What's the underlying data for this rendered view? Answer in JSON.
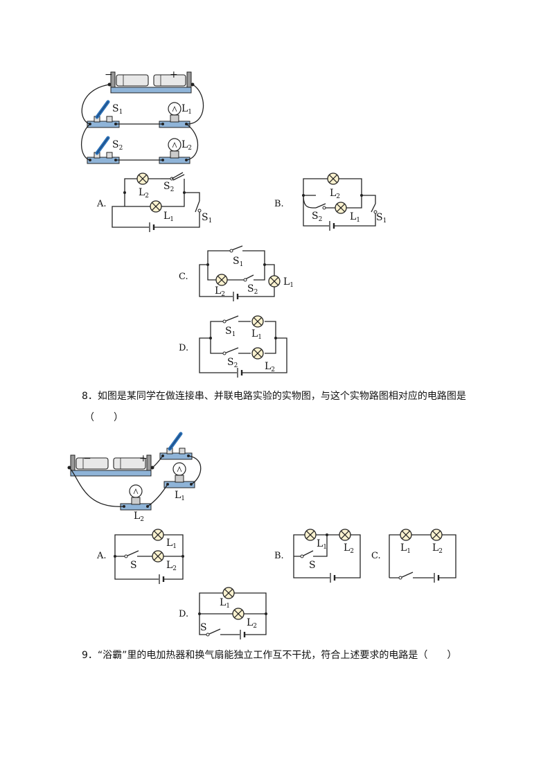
{
  "q7_photo": {
    "minus": "−",
    "plus": "+",
    "s1": "S",
    "s1_sub": "1",
    "l1": "L",
    "l1_sub": "1",
    "s2": "S",
    "s2_sub": "2",
    "l2": "L",
    "l2_sub": "2"
  },
  "q7_options": [
    {
      "letter": "A."
    },
    {
      "letter": "B."
    },
    {
      "letter": "C."
    },
    {
      "letter": "D."
    }
  ],
  "labels": {
    "L": "L",
    "S": "S",
    "one": "1",
    "two": "2"
  },
  "q8": {
    "number": "8．",
    "text": "如图是某同学在做连接串、并联电路实验的实物图，与这个实物路图相对应的电路图是",
    "blank": "（　　）"
  },
  "q8_photo": {
    "minus": "−",
    "plus": "+",
    "l1": "L",
    "l1_sub": "1",
    "l2": "L",
    "l2_sub": "2"
  },
  "q8_options": [
    {
      "letter": "A."
    },
    {
      "letter": "B."
    },
    {
      "letter": "C."
    },
    {
      "letter": "D."
    }
  ],
  "q9": {
    "number": "9．",
    "text": "“浴霸”里的电加热器和换气扇能独立工作互不干扰，符合上述要求的电路是（　　）"
  }
}
